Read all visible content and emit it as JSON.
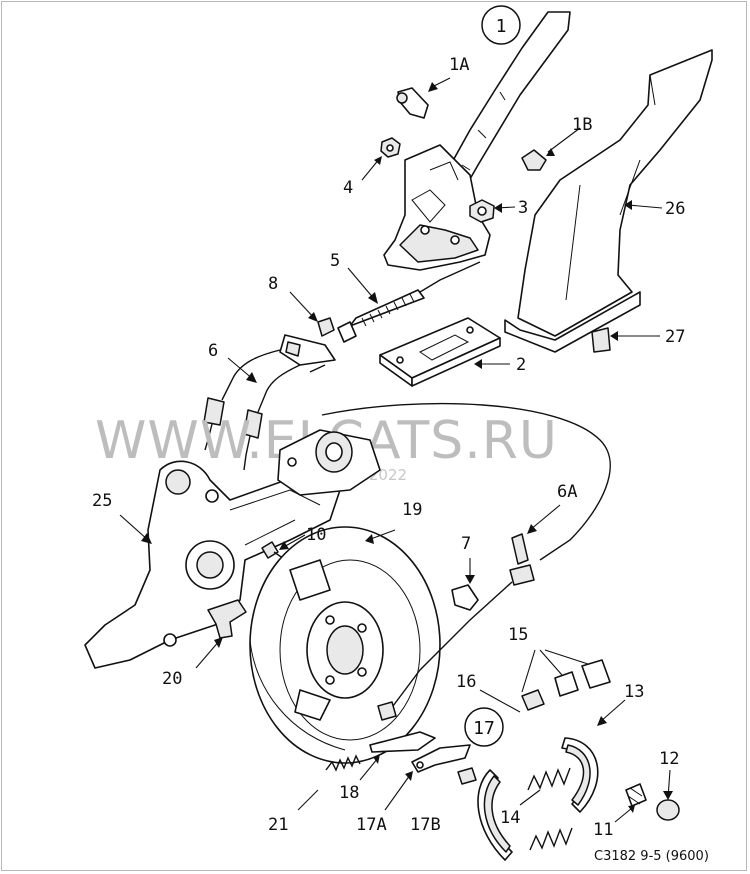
{
  "title_circle": "1",
  "group_circle": "17",
  "watermark": "WWW.ELCATS.RU",
  "watermark_date": "02.2022",
  "drawing_code": "C3182 9-5 (9600)",
  "labels": {
    "l1A": "1A",
    "l1B": "1B",
    "l2": "2",
    "l3": "3",
    "l4": "4",
    "l5": "5",
    "l6": "6",
    "l6A": "6A",
    "l7": "7",
    "l8": "8",
    "l10": "10",
    "l11": "11",
    "l12": "12",
    "l13": "13",
    "l14": "14",
    "l15": "15",
    "l16": "16",
    "l17A": "17A",
    "l17B": "17B",
    "l18": "18",
    "l19": "19",
    "l20": "20",
    "l21": "21",
    "l25": "25",
    "l26": "26",
    "l27": "27"
  }
}
